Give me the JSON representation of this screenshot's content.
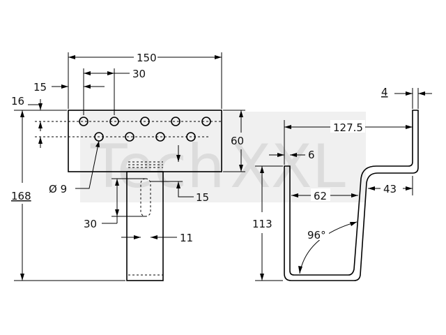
{
  "watermark": {
    "part1": "Tech",
    "part2": "XXL"
  },
  "dimensions": {
    "width_total": "150",
    "hole_offset": "30",
    "left_offset": "15",
    "top_offset": "16",
    "plate_height": "60",
    "total_height": "168",
    "hole_diameter": "Ø 9",
    "stem_offset": "15",
    "stem_hole_spacing": "30",
    "stem_width": "11",
    "side_thickness": "4",
    "side_reach": "127.5",
    "side_gap": "6",
    "side_height": "113",
    "side_depth": "62",
    "side_offset": "43",
    "bend_angle": "96°"
  }
}
